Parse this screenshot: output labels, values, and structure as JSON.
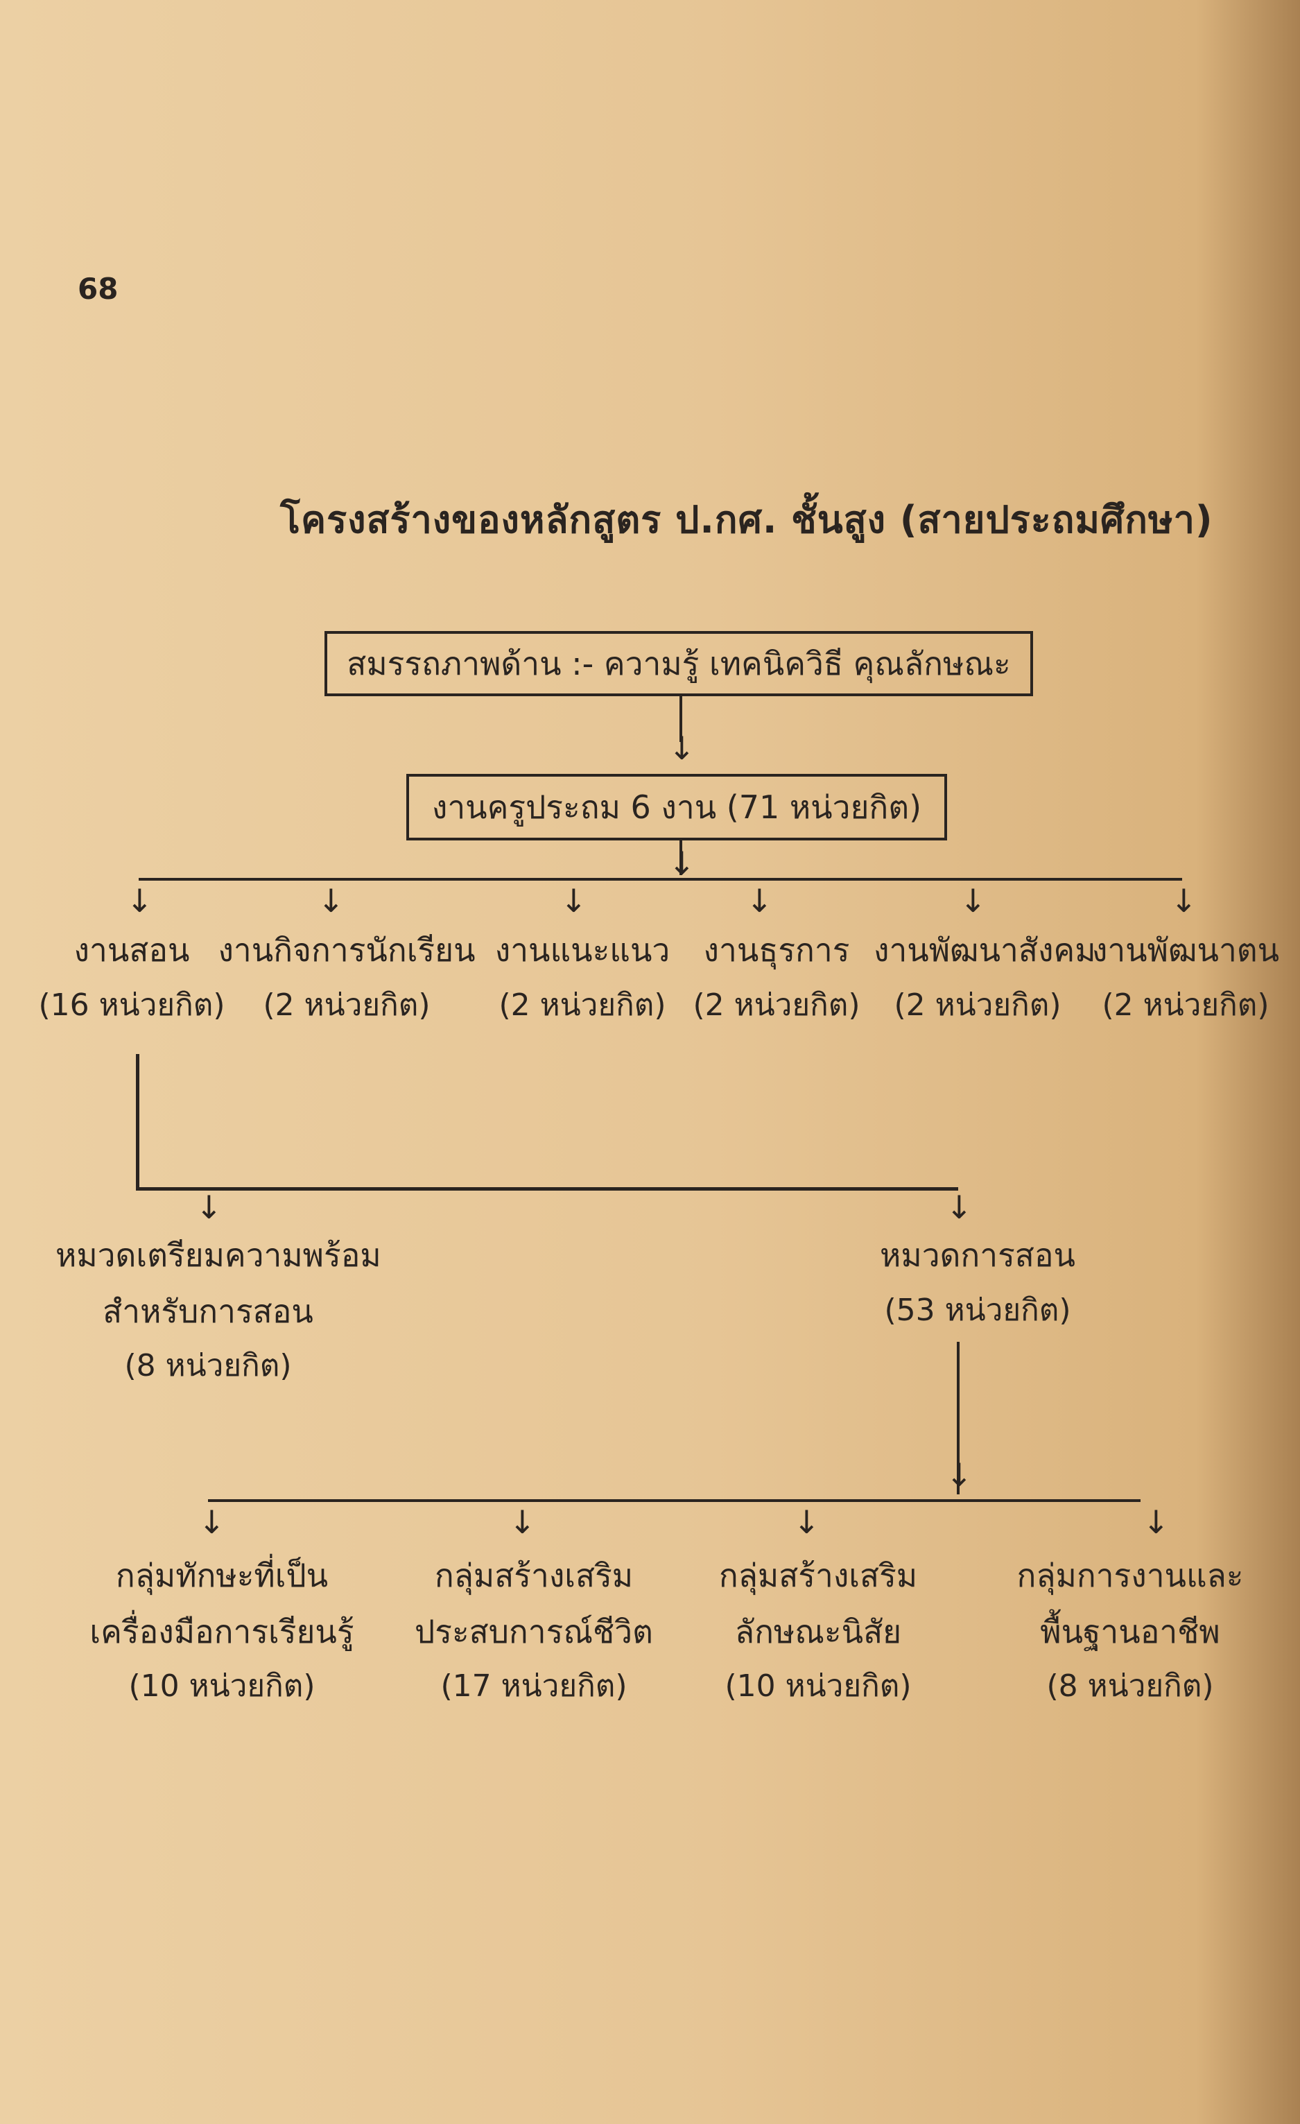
{
  "page_number": "68",
  "title": "โครงสร้างของหลักสูตร ป.กศ. ชั้นสูง (สายประถมศึกษา)",
  "competency_box": "สมรรถภาพด้าน :- ความรู้ เทคนิควิธี คุณลักษณะ",
  "work_box": "งานครูประถม 6 งาน (71 หน่วยกิต)",
  "arrow_glyph": "↓",
  "works": [
    {
      "name": "งานสอน",
      "credits": "(16 หน่วยกิต)"
    },
    {
      "name": "งานกิจการนักเรียน",
      "credits": "(2 หน่วยกิต)"
    },
    {
      "name": "งานแนะแนว",
      "credits": "(2 หน่วยกิต)"
    },
    {
      "name": "งานธุรการ",
      "credits": "(2 หน่วยกิต)"
    },
    {
      "name": "งานพัฒนาสังคม",
      "credits": "(2 หน่วยกิต)"
    },
    {
      "name": "งานพัฒนาตน",
      "credits": "(2 หน่วยกิต)"
    }
  ],
  "categories": [
    {
      "line1": "หมวดเตรียมความพร้อม",
      "line2": "สำหรับการสอน",
      "credits": "(8 หน่วยกิต)"
    },
    {
      "line1": "หมวดการสอน",
      "credits": "(53 หน่วยกิต)"
    }
  ],
  "groups": [
    {
      "line1": "กลุ่มทักษะที่เป็น",
      "line2": "เครื่องมือการเรียนรู้",
      "credits": "(10 หน่วยกิต)"
    },
    {
      "line1": "กลุ่มสร้างเสริม",
      "line2": "ประสบการณ์ชีวิต",
      "credits": "(17 หน่วยกิต)"
    },
    {
      "line1": "กลุ่มสร้างเสริม",
      "line2": "ลักษณะนิสัย",
      "credits": "(10 หน่วยกิต)"
    },
    {
      "line1": "กลุ่มการงานและ",
      "line2": "พื้นฐานอาชีพ",
      "credits": "(8 หน่วยกิต)"
    }
  ]
}
